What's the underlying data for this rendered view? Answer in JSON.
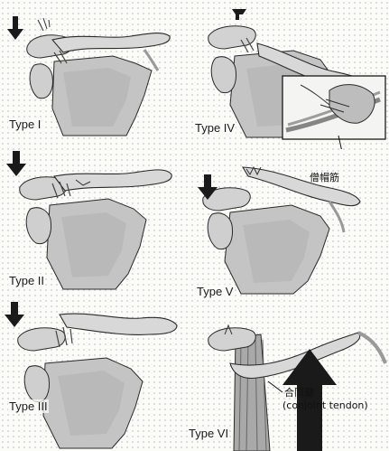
{
  "panels": [
    {
      "id": "type-1",
      "label": "Type I"
    },
    {
      "id": "type-2",
      "label": "Type II"
    },
    {
      "id": "type-3",
      "label": "Type III"
    },
    {
      "id": "type-4",
      "label": "Type IV"
    },
    {
      "id": "type-5",
      "label": "Type V"
    },
    {
      "id": "type-6",
      "label": "Type VI"
    }
  ],
  "annotations": {
    "trapezius": "僧帽筋",
    "conjoint_tendon": "合同腱",
    "conjoint_tendon_en": "(conjoint tendon)"
  },
  "colors": {
    "bone": "#c9c9c9",
    "bone_dark": "#8e8e8e",
    "outline": "#2a2a2a",
    "arrow": "#1a1a1a",
    "muscle": "#a9a9a9"
  }
}
